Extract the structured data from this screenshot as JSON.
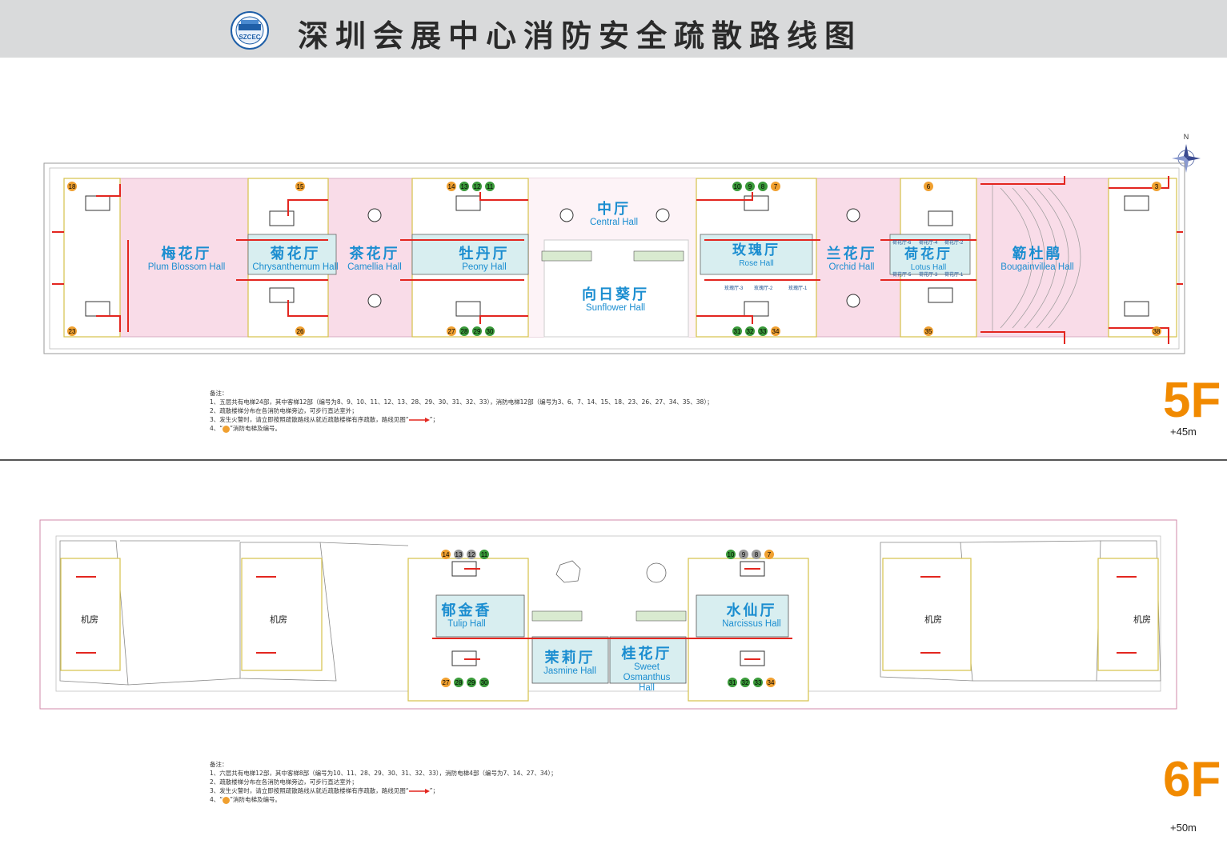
{
  "header": {
    "title": "深圳会展中心消防安全疏散路线图",
    "logo_text": "SZCEC"
  },
  "compass": {
    "label": "N"
  },
  "colors": {
    "header_bg": "#d9dadb",
    "exhibition_pink": "#f9dce8",
    "hall_cyan": "#d8eef0",
    "evac_arrow": "#e3261f",
    "stair_yellow": "#e3e36b",
    "passenger_elevator": "#3a9a3a",
    "fire_elevator": "#f0a030",
    "hall_text": "#1a8dd0",
    "floor_label": "#f18a00"
  },
  "floor5": {
    "label": "5F",
    "height": "+45m",
    "halls": [
      {
        "cn": "梅花厅",
        "en": "Plum Blossom Hall"
      },
      {
        "cn": "菊花厅",
        "en": "Chrysanthemum Hall"
      },
      {
        "cn": "茶花厅",
        "en": "Camellia Hall"
      },
      {
        "cn": "牡丹厅",
        "en": "Peony Hall"
      },
      {
        "cn": "中厅",
        "en": "Central Hall"
      },
      {
        "cn": "向日葵厅",
        "en": "Sunflower Hall"
      },
      {
        "cn": "玫瑰厅",
        "en": "Rose Hall"
      },
      {
        "cn": "兰花厅",
        "en": "Orchid Hall"
      },
      {
        "cn": "荷花厅",
        "en": "Lotus Hall"
      },
      {
        "cn": "簕杜鹃",
        "en": "Bougainvillea Hall"
      }
    ],
    "sub_rooms": [
      "玫瑰厅-3",
      "玫瑰厅-2",
      "玫瑰厅-1",
      "荷花厅-6",
      "荷花厅-4",
      "荷花厅-2",
      "荷花厅-5",
      "荷花厅-3",
      "荷花厅-1"
    ],
    "fire_elevators": [
      "18",
      "23",
      "15",
      "26",
      "14",
      "27",
      "7",
      "34",
      "6",
      "35",
      "3",
      "38"
    ],
    "passenger_elevators": [
      "13",
      "12",
      "11",
      "28",
      "29",
      "30",
      "10",
      "9",
      "8",
      "31",
      "32",
      "33"
    ],
    "notes": [
      "备注：",
      "1、五层共有电梯24部，其中客梯12部（编号为8、9、10、11、12、13、28、29、30、31、32、33），消防电梯12部（编号为3、6、7、14、15、18、23、26、27、34、35、38）；",
      "2、疏散楼梯分布在各消防电梯旁边，可步行直达室外；",
      "3、发生火警时，请立即按照疏散路线从就近疏散楼梯有序疏散，路线见图“",
      "”；",
      "4、“",
      "”消防电梯及编号。"
    ]
  },
  "floor6": {
    "label": "6F",
    "height": "+50m",
    "halls": [
      {
        "cn": "郁金香",
        "en": "Tulip Hall"
      },
      {
        "cn": "水仙厅",
        "en": "Narcissus Hall"
      },
      {
        "cn": "茉莉厅",
        "en": "Jasmine Hall"
      },
      {
        "cn": "桂花厅",
        "en": "Sweet Osmanthus Hall"
      }
    ],
    "machine_rooms": [
      "机房",
      "机房",
      "机房",
      "机房"
    ],
    "fire_elevators": [
      "14",
      "27",
      "7",
      "34"
    ],
    "passenger_elevators": [
      "13",
      "12",
      "11",
      "28",
      "29",
      "30",
      "10",
      "9",
      "8",
      "31",
      "32",
      "33"
    ],
    "notes": [
      "备注：",
      "1、六层共有电梯12部，其中客梯8部（编号为10、11、28、29、30、31、32、33），消防电梯4部（编号为7、14、27、34）；",
      "2、疏散楼梯分布在各消防电梯旁边，可步行直达室外；",
      "3、发生火警时，请立即按照疏散路线从就近疏散楼梯有序疏散，路线见图“",
      "”；",
      "4、“",
      "”消防电梯及编号。"
    ]
  }
}
